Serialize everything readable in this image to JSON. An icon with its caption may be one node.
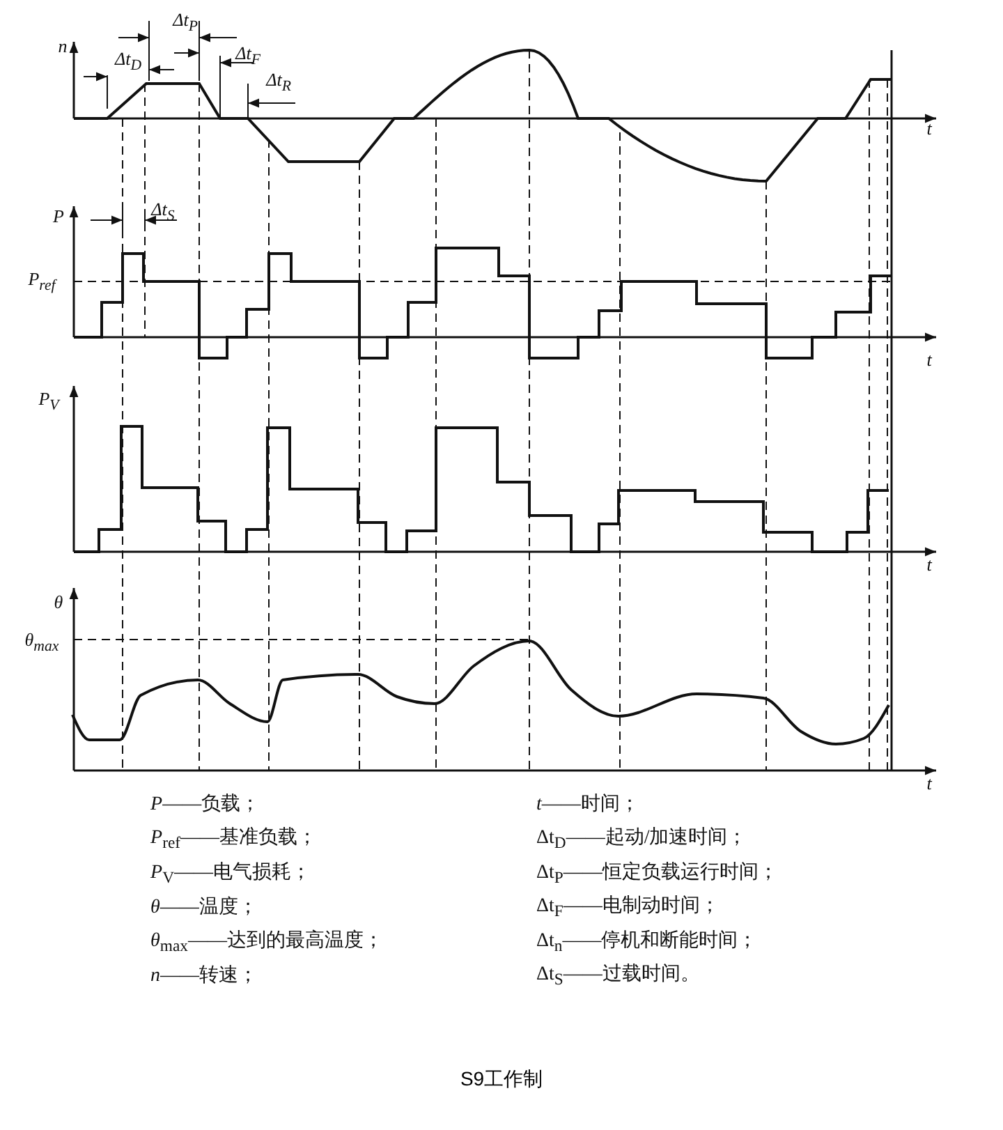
{
  "diagram": {
    "caption": "S9工作制",
    "labels": [
      "Δt$_{P}$",
      "n",
      "Δt$_{D}$",
      "Δt$_{F}$",
      "Δt$_{R}$",
      "t",
      "P",
      "Δt$_{S}$",
      "P$_{ref}$",
      "t",
      "P$_{V}$",
      "t",
      "θ",
      "θ$_{max}$",
      "t",
      "*P*——负载；",
      "*t*——时间；",
      "*P*$_{ref}$——基准负载；",
      "Δt$_{D}$——起动/加速时间；",
      "*P*$_{V}$——电气损耗；",
      "Δt$_{P}$——恒定负载运行时间；",
      "*θ*——温度；",
      "Δt$_{F}$——电制动时间；",
      "*θ*$_{max}$——达到的最高温度；",
      "Δt$_{n}$——停机和断能时间；",
      "*n*——转速；",
      "Δt$_{S}$——过载时间。"
    ]
  }
}
